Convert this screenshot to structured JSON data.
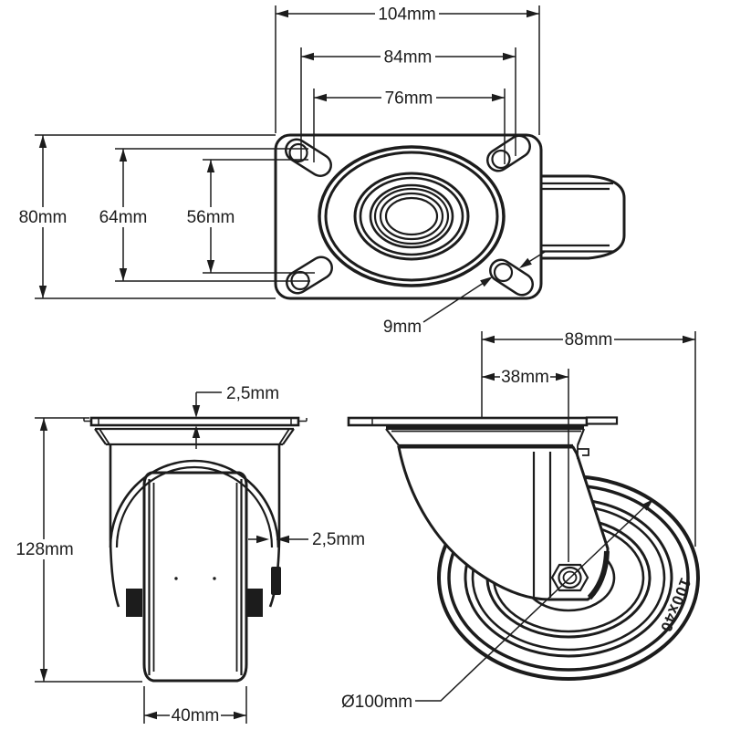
{
  "drawing": {
    "plan_view": {
      "plate_width": "104mm",
      "bolt_width_outer": "84mm",
      "bolt_width_inner": "76mm",
      "plate_height": "80mm",
      "bolt_height_outer": "64mm",
      "bolt_height_inner": "56mm",
      "bolt_hole_diameter": "9mm"
    },
    "front_view": {
      "plate_thickness": "2,5mm",
      "bracket_thickness": "2,5mm",
      "overall_height": "128mm",
      "wheel_width": "40mm"
    },
    "side_view": {
      "swivel_reach": "88mm",
      "swivel_offset": "38mm",
      "wheel_diameter": "Ø100mm",
      "wheel_marking": "100x40"
    },
    "colors": {
      "line": "#1c1c1c",
      "background": "#ffffff"
    }
  }
}
